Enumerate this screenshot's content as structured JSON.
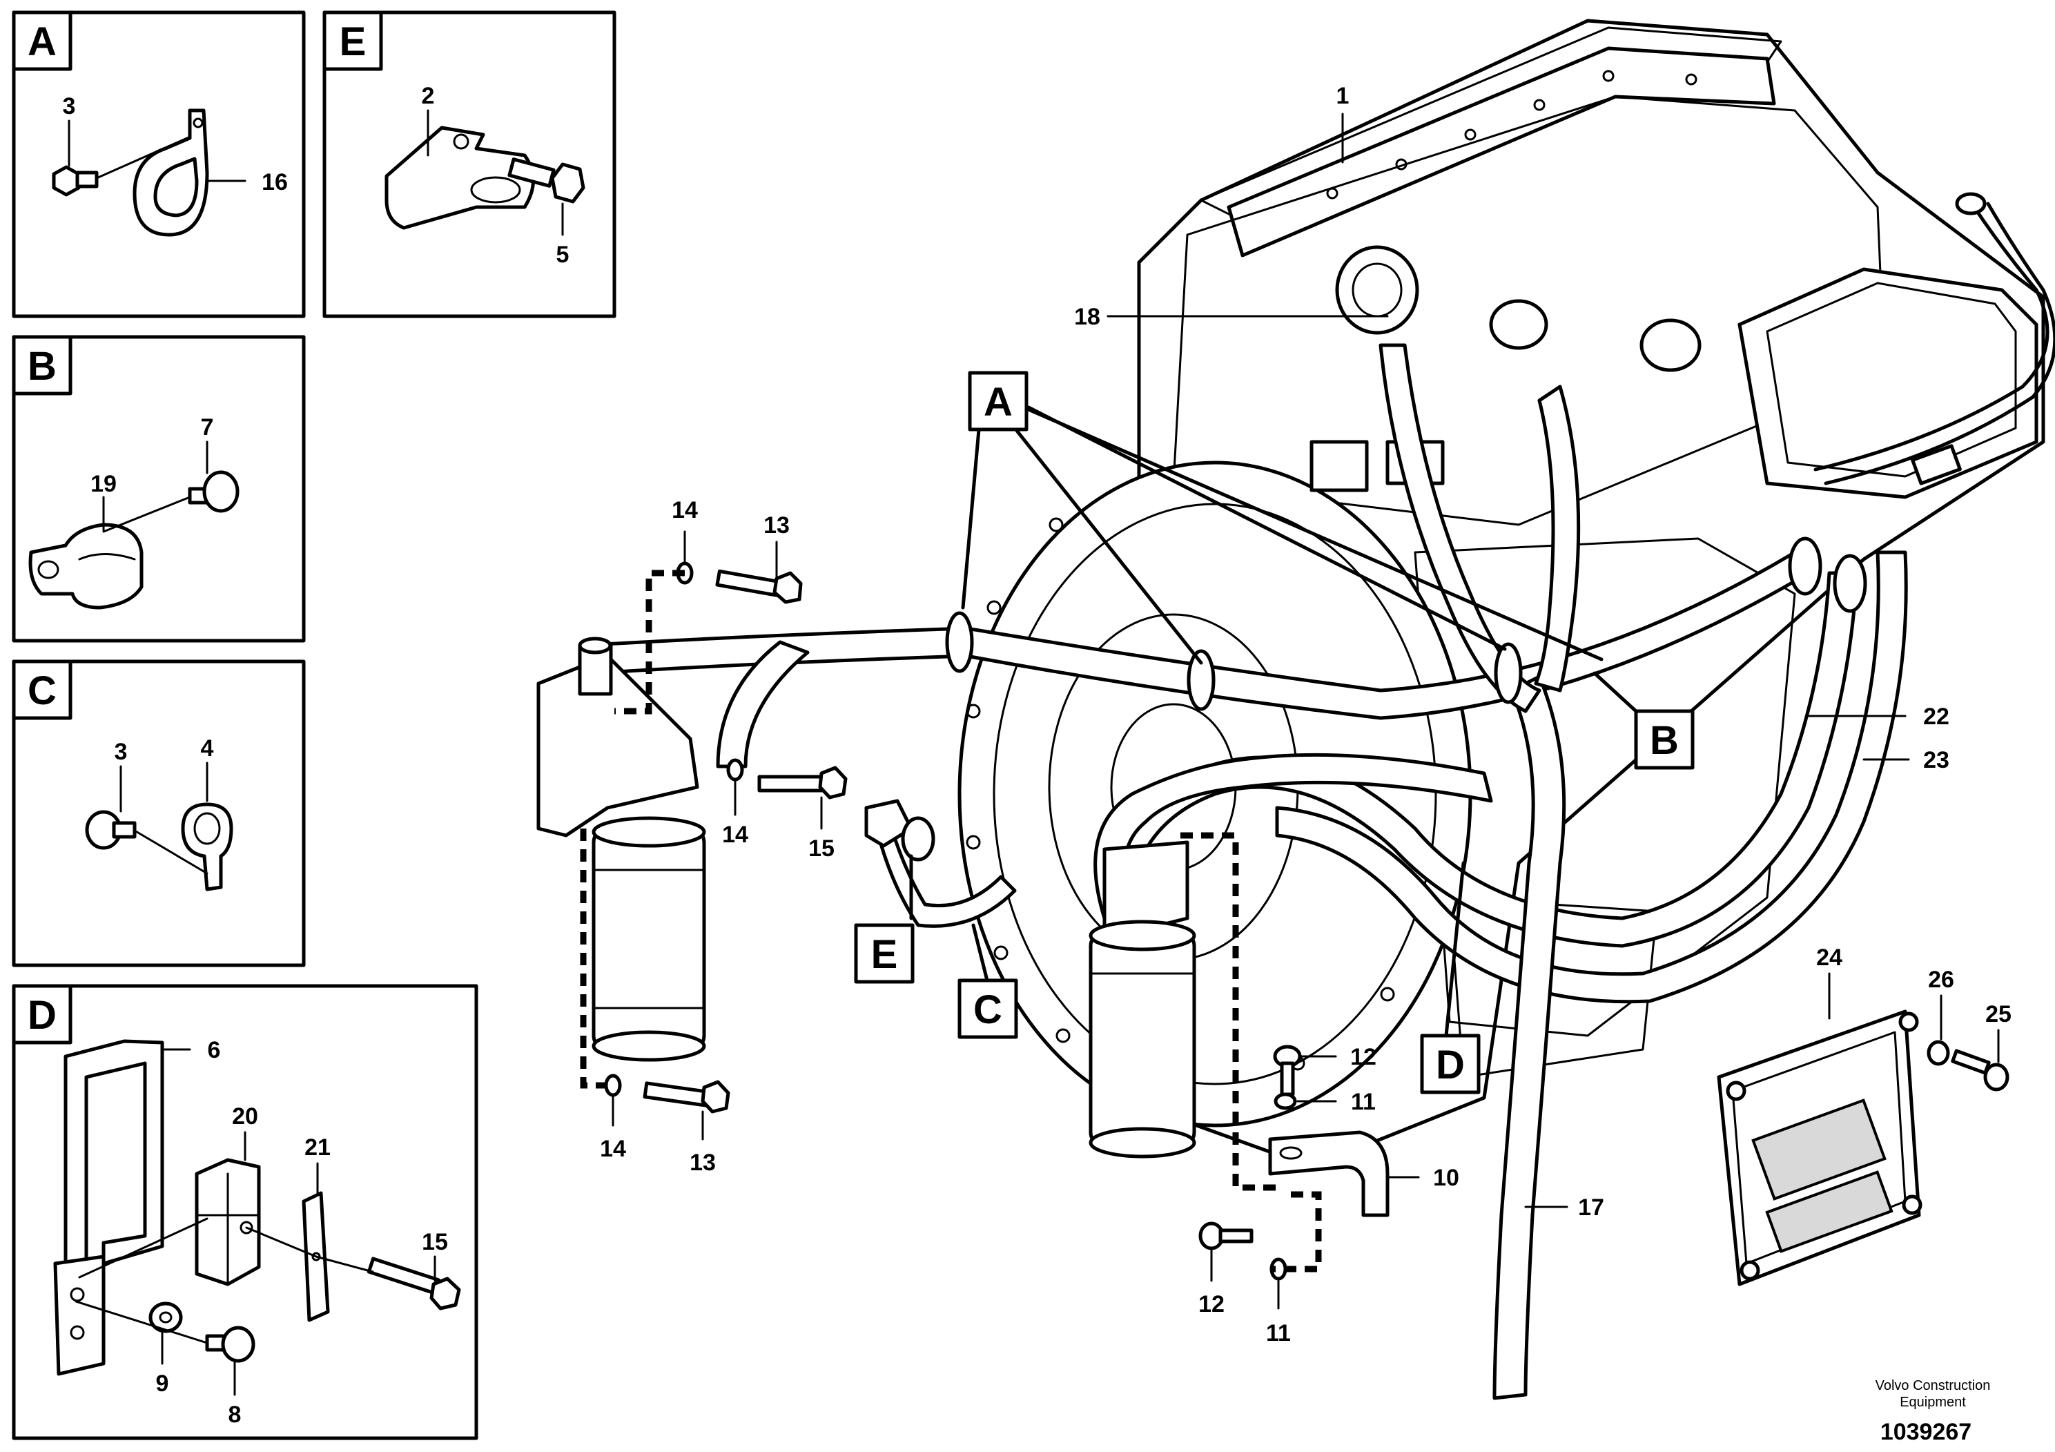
{
  "insets": {
    "a": {
      "letter": "A",
      "labels": [
        "3",
        "16"
      ]
    },
    "b": {
      "letter": "B",
      "labels": [
        "7",
        "19"
      ]
    },
    "c": {
      "letter": "C",
      "labels": [
        "3",
        "4"
      ]
    },
    "d": {
      "letter": "D",
      "labels": [
        "6",
        "20",
        "21",
        "15",
        "9",
        "8"
      ]
    },
    "e": {
      "letter": "E",
      "labels": [
        "2",
        "5"
      ]
    }
  },
  "main": {
    "callouts": [
      "A",
      "B",
      "C",
      "D",
      "E"
    ],
    "labels": [
      "1",
      "18",
      "14",
      "13",
      "14",
      "15",
      "14",
      "13",
      "22",
      "23",
      "24",
      "26",
      "25",
      "12",
      "11",
      "10",
      "17",
      "12",
      "11"
    ]
  },
  "footer": {
    "company_line1": "Volvo Construction",
    "company_line2": "Equipment",
    "document_number": "1039267"
  }
}
